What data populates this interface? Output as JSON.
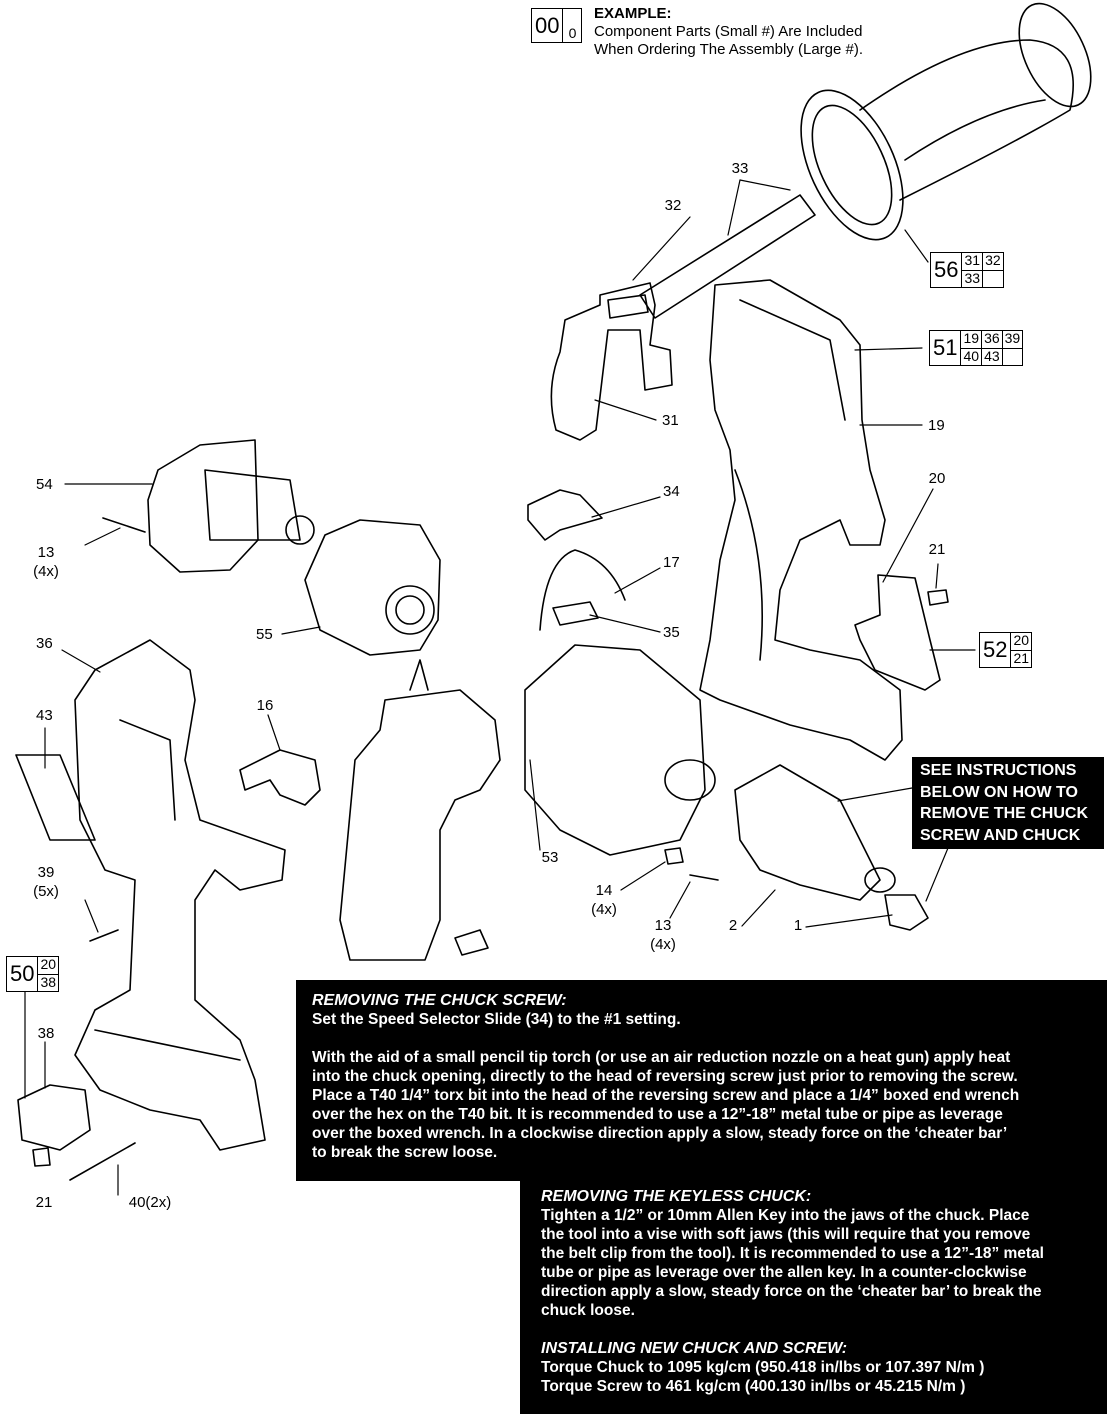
{
  "example": {
    "big": "00",
    "small": "0",
    "title": "EXAMPLE:",
    "line1": "Component Parts (Small #) Are Included",
    "line2": "When Ordering The Assembly (Large #)."
  },
  "assemblies": [
    {
      "number": "56",
      "parts": [
        "31",
        "32",
        "33"
      ]
    },
    {
      "number": "51",
      "parts": [
        "19",
        "36",
        "39",
        "40",
        "43"
      ]
    },
    {
      "number": "52",
      "parts": [
        "20",
        "21"
      ]
    },
    {
      "number": "50",
      "parts": [
        "20",
        "38"
      ]
    }
  ],
  "callouts": {
    "p1": "1",
    "p2": "2",
    "p13a": "13",
    "p13a_qty": "(4x)",
    "p13b": "13",
    "p13b_qty": "(4x)",
    "p14": "14",
    "p14_qty": "(4x)",
    "p16": "16",
    "p17": "17",
    "p19": "19",
    "p20": "20",
    "p21a": "21",
    "p21b": "21",
    "p31": "31",
    "p32": "32",
    "p33": "33",
    "p34": "34",
    "p35": "35",
    "p36": "36",
    "p38": "38",
    "p39": "39",
    "p39_qty": "(5x)",
    "p40": "40(2x)",
    "p43": "43",
    "p53": "53",
    "p54": "54",
    "p55": "55"
  },
  "see_instructions": [
    "SEE  INSTRUCTIONS",
    "BELOW ON HOW TO",
    "REMOVE THE CHUCK",
    "SCREW AND CHUCK"
  ],
  "chuck_screw": {
    "heading": "REMOVING THE CHUCK SCREW:",
    "line1": "Set the Speed Selector Slide (34) to the #1 setting.",
    "para": [
      "With the aid of a small pencil tip torch (or use an air reduction nozzle on a heat gun) apply heat",
      "into the chuck opening, directly to the head of reversing screw just prior to removing the screw.",
      "Place a T40 1/4” torx bit into the head of the reversing screw and place a 1/4” boxed end wrench",
      "over the hex on the T40 bit. It is recommended to use a 12”-18” metal tube or pipe as leverage",
      "over the boxed wrench. In a clockwise direction apply a slow, steady force on the ‘cheater bar’",
      "to break the screw loose."
    ]
  },
  "keyless_chuck": {
    "heading": "REMOVING THE KEYLESS CHUCK:",
    "para": [
      "Tighten a 1/2” or 10mm Allen Key into the jaws of the chuck. Place",
      "the tool into a vise with soft jaws (this will require that you remove",
      "the belt clip from the tool). It is recommended to use a 12”-18” metal",
      "tube or pipe as leverage over the allen key. In a counter-clockwise",
      "direction apply a slow, steady force on the ‘cheater bar’ to break the",
      "chuck loose."
    ]
  },
  "install": {
    "heading": "INSTALLING NEW CHUCK AND SCREW:",
    "line1": "Torque Chuck to 1095 kg/cm (950.418 in/lbs or 107.397 N/m )",
    "line2": "Torque Screw to 461 kg/cm (400.130 in/lbs or 45.215 N/m )"
  }
}
